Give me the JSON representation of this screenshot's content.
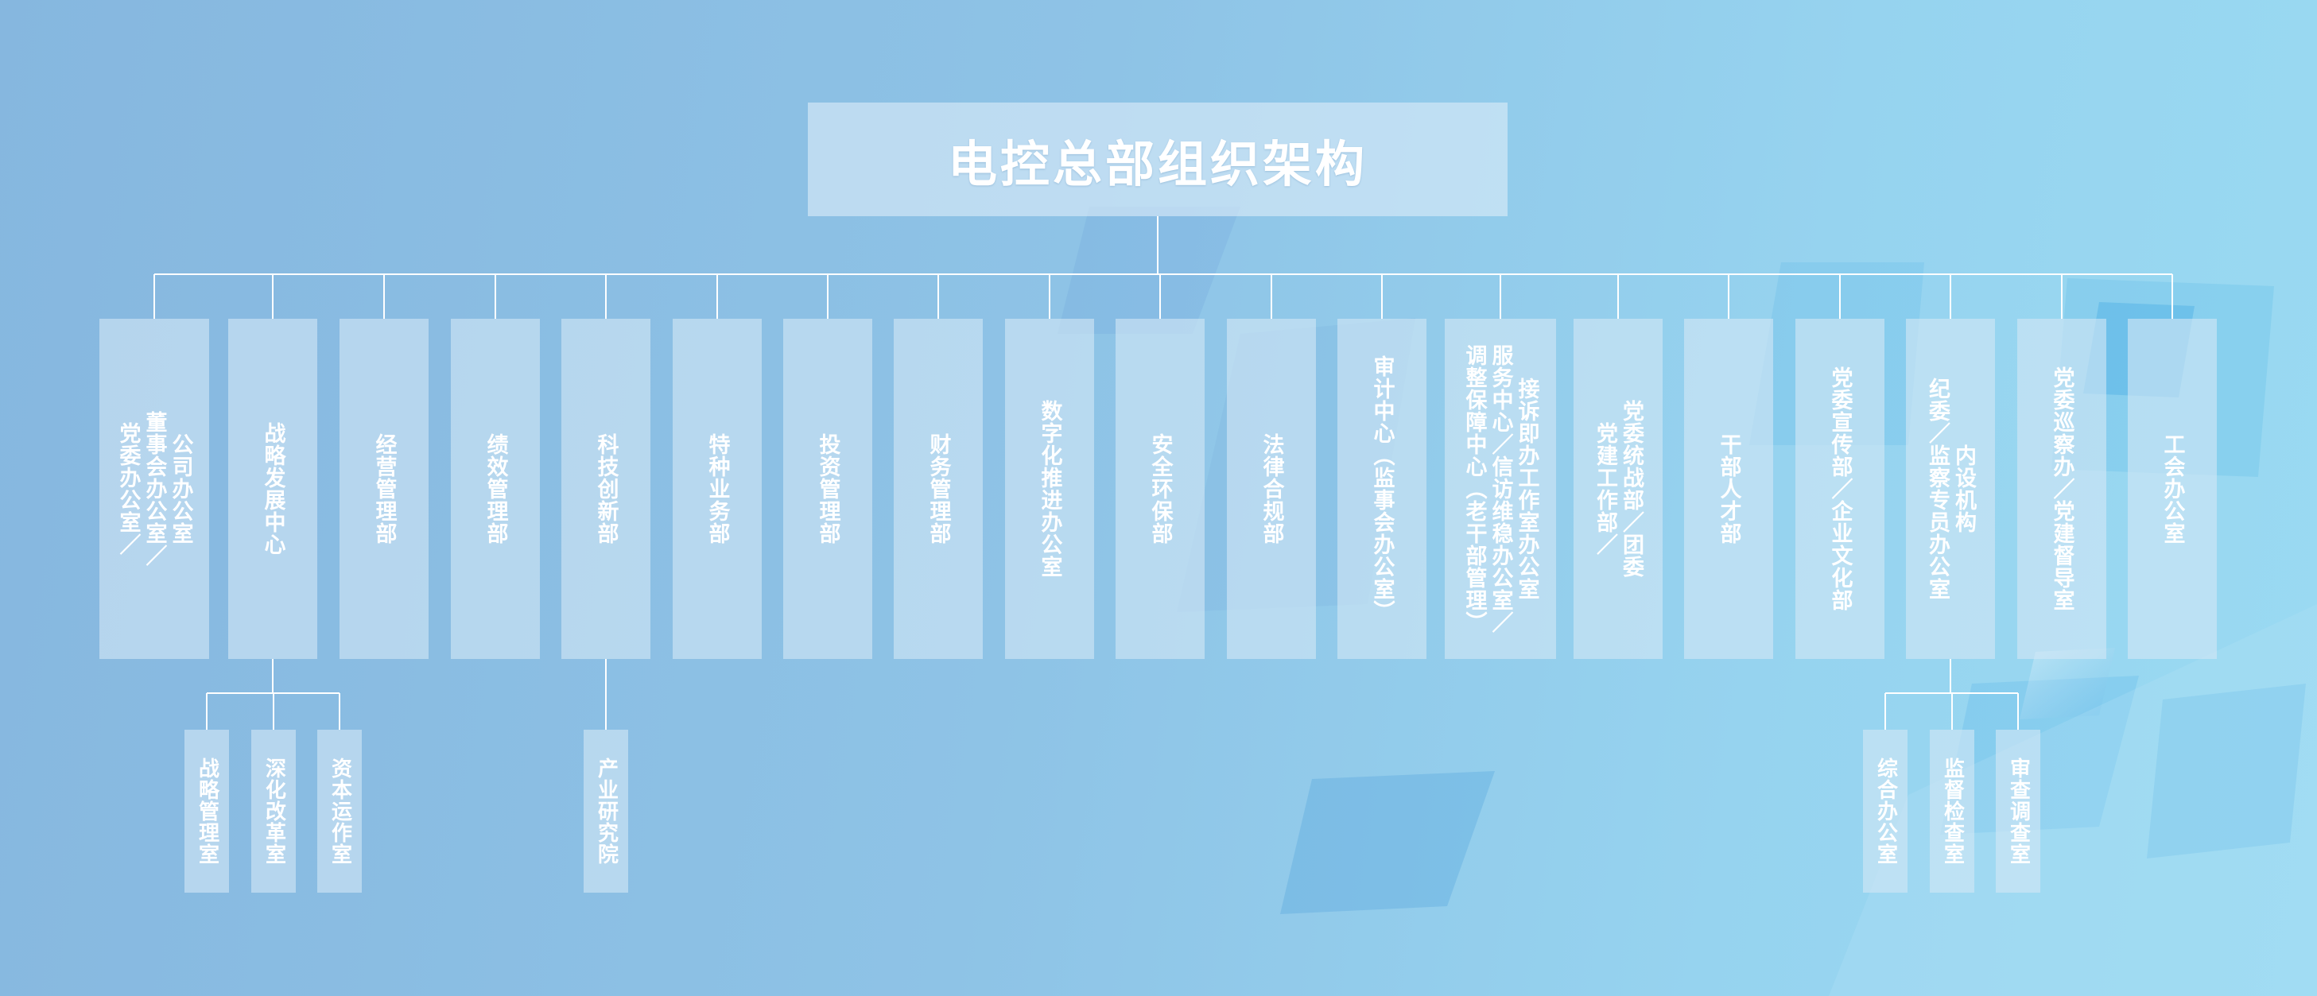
{
  "title": "电控总部组织架构",
  "colors": {
    "background_start": "#86b7df",
    "background_end": "#9adaf2",
    "box_fill": "rgba(210,230,246,0.62)",
    "connector": "#ffffff",
    "text": "#ffffff"
  },
  "departments": [
    {
      "lines": [
        "公司办公室",
        "董事会办公室／",
        "党委办公室／"
      ]
    },
    {
      "lines": [
        "战略发展中心"
      ]
    },
    {
      "lines": [
        "经营管理部"
      ]
    },
    {
      "lines": [
        "绩效管理部"
      ]
    },
    {
      "lines": [
        "科技创新部"
      ]
    },
    {
      "lines": [
        "特种业务部"
      ]
    },
    {
      "lines": [
        "投资管理部"
      ]
    },
    {
      "lines": [
        "财务管理部"
      ]
    },
    {
      "lines": [
        "数字化推进办公室"
      ]
    },
    {
      "lines": [
        "安全环保部"
      ]
    },
    {
      "lines": [
        "法律合规部"
      ]
    },
    {
      "lines": [
        "审计中心（监事会办公室）"
      ]
    },
    {
      "lines": [
        "接诉即办工作室办公室",
        "服务中心／信访维稳办公室／",
        "调整保障中心（老干部管理）"
      ]
    },
    {
      "lines": [
        "党委统战部／团委",
        "党建工作部／"
      ]
    },
    {
      "lines": [
        "干部人才部"
      ]
    },
    {
      "lines": [
        "党委宣传部／企业文化部"
      ]
    },
    {
      "lines": [
        "内设机构",
        "纪委／监察专员办公室"
      ]
    },
    {
      "lines": [
        "党委巡察办／党建督导室"
      ]
    },
    {
      "lines": [
        "工会办公室"
      ]
    }
  ],
  "sub_groups": [
    {
      "parent": 1,
      "items": [
        "战略管理室",
        "深化改革室",
        "资本运作室"
      ]
    },
    {
      "parent": 4,
      "items": [
        "产业研究院"
      ]
    },
    {
      "parent": 16,
      "items": [
        "综合办公室",
        "监督检查室",
        "审查调查室"
      ]
    }
  ]
}
